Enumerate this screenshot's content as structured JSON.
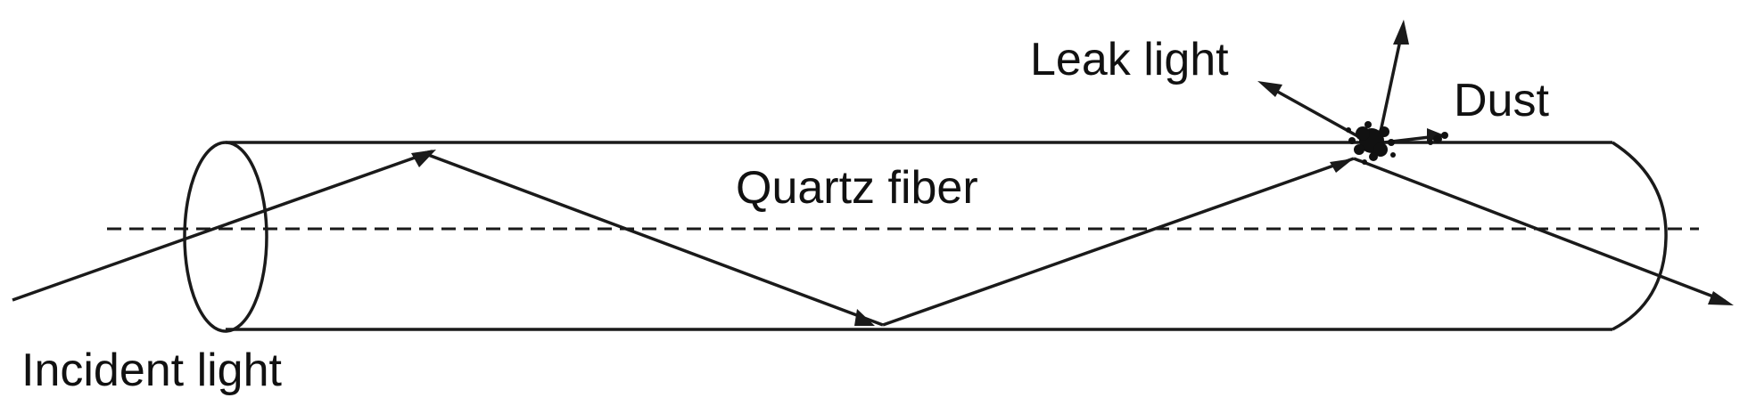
{
  "labels": {
    "incident": "Incident light",
    "fiber": "Quartz fiber",
    "leak": "Leak light",
    "dust": "Dust"
  },
  "colors": {
    "line": "#1a1a1a",
    "background": "#ffffff"
  }
}
